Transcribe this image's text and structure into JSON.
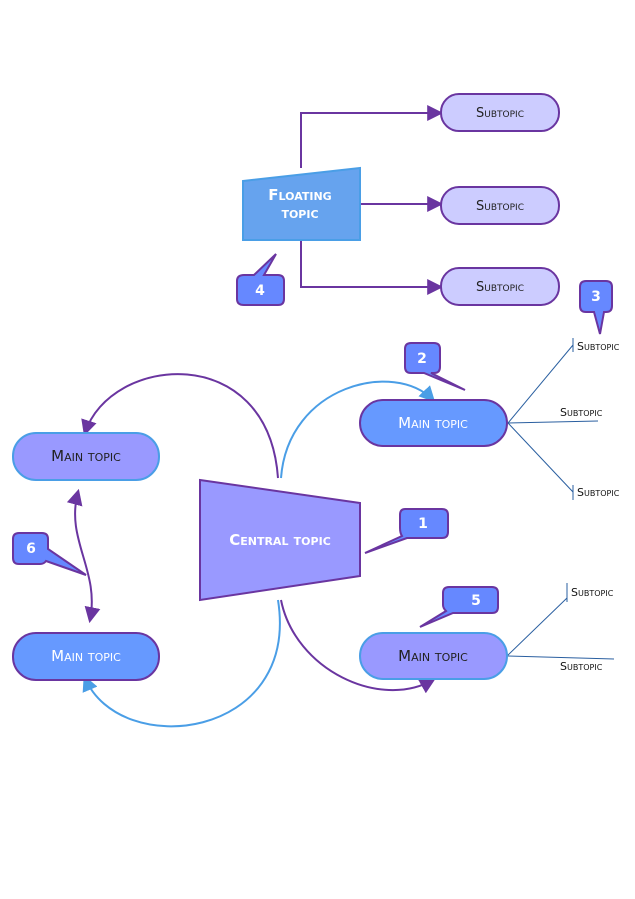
{
  "central_topic": {
    "label": "Central topic"
  },
  "floating_topic": {
    "line1": "Floating",
    "line2": "topic"
  },
  "main_topics": [
    {
      "label": "Main topic"
    },
    {
      "label": "Main topic"
    },
    {
      "label": "Main topic"
    },
    {
      "label": "Main topic"
    }
  ],
  "float_subtopics": [
    {
      "label": "Subtopic"
    },
    {
      "label": "Subtopic"
    },
    {
      "label": "Subtopic"
    }
  ],
  "branch_subtopics": [
    {
      "label": "Subtopic"
    },
    {
      "label": "Subtopic"
    },
    {
      "label": "Subtopic"
    },
    {
      "label": "Subtopic"
    },
    {
      "label": "Subtopic"
    }
  ],
  "callouts": [
    {
      "label": "1"
    },
    {
      "label": "2"
    },
    {
      "label": "3"
    },
    {
      "label": "4"
    },
    {
      "label": "5"
    },
    {
      "label": "6"
    }
  ],
  "colors": {
    "purple_stroke": "#6a35a0",
    "blue_stroke": "#4a9ee6",
    "blue_fill": "#6699ff",
    "lavender_fill": "#9999ff",
    "light_lavender_fill": "#ccccff",
    "floating_fill": "#66a3ee",
    "badge_fill": "#6688ff"
  }
}
